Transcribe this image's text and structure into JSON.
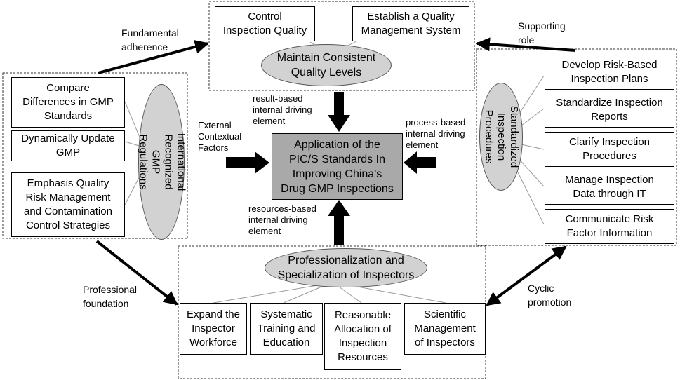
{
  "center": {
    "label": "Application of the\nPIC/S Standards In\nImproving China's\nDrug GMP Inspections"
  },
  "top": {
    "ellipse": "Maintain Consistent\nQuality Levels",
    "boxes": [
      "Control\nInspection Quality",
      "Establish a Quality\nManagement System"
    ]
  },
  "left": {
    "ellipse": "International\nRecognized GMP\nRegulations",
    "boxes": [
      "Compare\nDifferences in GMP\nStandards",
      "Dynamically Update\nGMP",
      "Emphasis Quality\nRisk Management\nand Contamination\nControl Strategies"
    ]
  },
  "right": {
    "ellipse": "Standardized\nInspection\nProcedures",
    "boxes": [
      "Develop Risk-Based\nInspection Plans",
      "Standardize Inspection\nReports",
      "Clarify Inspection\nProcedures",
      "Manage Inspection\nData through IT",
      "Communicate Risk\nFactor Information"
    ]
  },
  "bottom": {
    "ellipse": "Professionalization and\nSpecialization of Inspectors",
    "boxes": [
      "Expand the\nInspector\nWorkforce",
      "Systematic\nTraining and\nEducation",
      "Reasonable\nAllocation of\nInspection\nResources",
      "Scientific\nManagement\nof Inspectors"
    ]
  },
  "drivers": {
    "result": "result-based\ninternal driving\nelement",
    "process": "process-based\ninternal driving\nelement",
    "resources": "resources-based\ninternal driving\nelement",
    "external": "External\nContextual\nFactors"
  },
  "links": {
    "fundamental": "Fundamental\nadherence",
    "supporting": "Supporting\nrole",
    "professional": "Professional\nfoundation",
    "cyclic": "Cyclic\npromotion"
  }
}
